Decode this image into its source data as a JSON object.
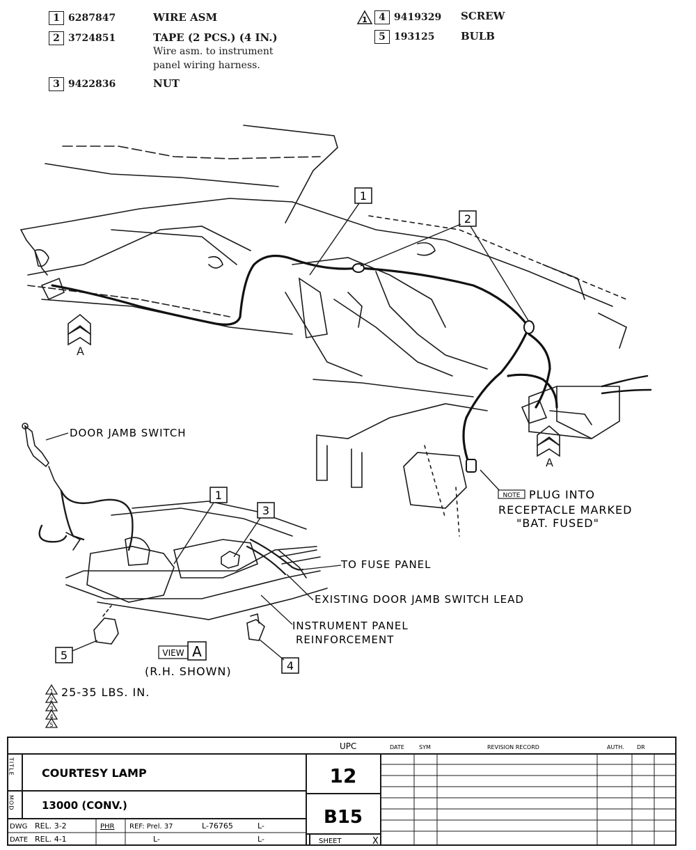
{
  "parts_list": [
    {
      "num": "1",
      "part_no": "6287847",
      "desc": "WIRE ASM",
      "note": ""
    },
    {
      "num": "2",
      "part_no": "3724851",
      "desc": "TAPE (2 PCS.) (4 IN.)",
      "note_line1": "Wire asm. to instrument",
      "note_line2": "panel wiring harness."
    },
    {
      "num": "3",
      "part_no": "9422836",
      "desc": "NUT",
      "note": ""
    },
    {
      "num": "4",
      "part_no": "9419329",
      "desc": "SCREW",
      "torque_flag": "1"
    },
    {
      "num": "5",
      "part_no": "193125",
      "desc": "BULB"
    }
  ],
  "callouts": {
    "door_jamb_switch": "DOOR JAMB SWITCH",
    "note_badge": "NOTE",
    "note_line1": "PLUG INTO",
    "note_line2": "RECEPTACLE MARKED",
    "note_line3": "\"BAT. FUSED\"",
    "to_fuse_panel": "TO FUSE PANEL",
    "existing_lead": "EXISTING DOOR JAMB SWITCH LEAD",
    "ip_reinf_1": "INSTRUMENT PANEL",
    "ip_reinf_2": "REINFORCEMENT",
    "view_word": "VIEW",
    "view_letter": "A",
    "rh_shown": "(R.H. SHOWN)",
    "view_arrow_letter": "A",
    "torque_spec": "25-35 LBS. IN.",
    "torque_flags": [
      "1",
      "2",
      "3",
      "4",
      "5"
    ],
    "callout_1": "1",
    "callout_2": "2",
    "callout_3": "3",
    "callout_4": "4",
    "callout_5": "5"
  },
  "title_block": {
    "title_label": "TITLE",
    "title": "COURTESY LAMP",
    "mod_label": "MOD",
    "model": "13000 (CONV.)",
    "dwg": "DWG",
    "dwg_val": "REL. 3-2",
    "date": "DATE",
    "date_val": "REL. 4-1",
    "initials": "PHR",
    "ref": "REF: Prel. 37",
    "ref_l1": "L-76765",
    "ref_l2": "L-",
    "ref_l3": "L-",
    "ref_l4": "L-",
    "upc_label": "UPC",
    "upc_value": "12",
    "group_value": "B15",
    "sheet_label": "SHEET",
    "sheet_mark": "X",
    "rev_headers": {
      "date": "DATE",
      "sym": "SYM",
      "record": "REVISION RECORD",
      "auth": "AUTH.",
      "dr": "DR"
    }
  }
}
